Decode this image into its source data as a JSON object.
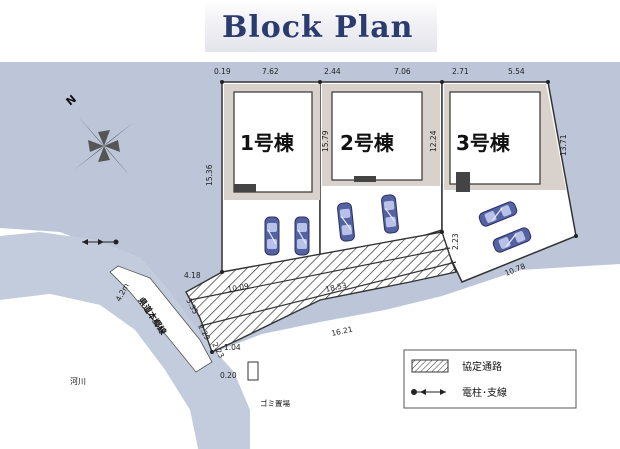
{
  "title": "Block Plan",
  "buildings": [
    {
      "label": "1号棟"
    },
    {
      "label": "2号棟"
    },
    {
      "label": "3号棟"
    }
  ],
  "dimensions": {
    "top_a": "0.19",
    "top_b": "7.62",
    "top_c": "2.44",
    "top_d": "7.06",
    "top_e": "2.71",
    "top_f": "5.54",
    "left_depth": "15.36",
    "lot2_depth": "15.79",
    "lot3_side": "12.24",
    "right_side": "13.71",
    "gap_lot2_3": "2.23",
    "bottom_right": "10.78",
    "road_a": "4.18",
    "road_b": "10.09",
    "road_c": "18.53",
    "road_d": "16.21",
    "road_e": "3.35",
    "road_f": "2.29",
    "road_g": "2.23",
    "road_h": "1.04",
    "road_i": "0.20",
    "river_width": "4.2m"
  },
  "labels": {
    "river": "河川",
    "public_road": "県道本郷線",
    "trash": "ゴミ置場"
  },
  "legend": {
    "agreement_road": "協定通路",
    "pole": "電柱･支線"
  },
  "colors": {
    "title": "#2a3b6e",
    "band": "#bcc6d8",
    "garden": "#d9d2cc",
    "car": "#5562a2"
  }
}
